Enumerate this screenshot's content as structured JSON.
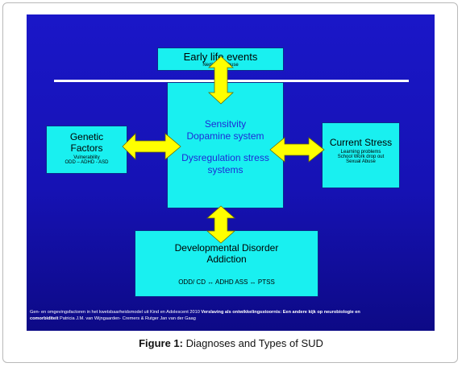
{
  "early_life": {
    "title": "Early life events",
    "subtitle": "Neglect  & Abuse"
  },
  "center": {
    "line1": "Sensitvity",
    "line2": "Dopamine system",
    "line3": "Dysregulation stress",
    "line4": "systems"
  },
  "genetic": {
    "title_line1": "Genetic",
    "title_line2": "Factors",
    "sub_line1": "Vulnerability",
    "sub_line2": "ODD – ADHD -  ASD"
  },
  "current_stress": {
    "title": "Current Stress",
    "items": [
      "Learning problems",
      "School Work drop out",
      "Sexual Abuse"
    ]
  },
  "developmental": {
    "title_line1": "Developmental Disorder",
    "title_line2": "Addiction",
    "relation": "ODD/ CD  ↔  ADHD ASS ↔ PTSS"
  },
  "footer": {
    "part1": "Gen-  en omgevingsfactoren in het  kwetsbaarheidsmodel uit   Kind en Adolescent 2010 ",
    "part1_bold": "Verslaving als ontwikkelingsstoornis: Een andere kijk op neurobiologie en",
    "part2_bold": "comorbiditeit",
    "part2": "  Patricia J.M. van Wijngaarden- Cremers & Rutger Jan van der Gaag"
  },
  "caption": {
    "label": "Figure 1:",
    "text": " Diagnoses and Types of SUD"
  },
  "colors": {
    "background": "#1612b4",
    "box": "#19f0f0",
    "arrow": "#ffff00"
  }
}
